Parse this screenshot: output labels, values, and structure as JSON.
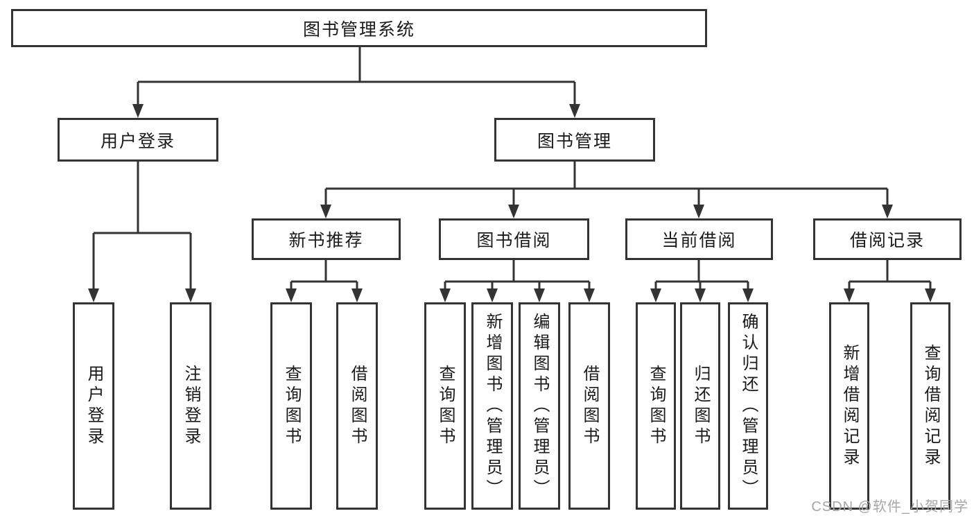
{
  "colors": {
    "line": "#333333",
    "text": "#1a1a1a",
    "watermark": "#a6a6a6",
    "background": "#ffffff"
  },
  "watermark": {
    "text": "CSDN @软件_小贺同学"
  },
  "tree": {
    "root": {
      "label": "图书管理系统"
    },
    "branches": [
      {
        "label": "用户登录",
        "children": [
          {
            "label": "用户登录"
          },
          {
            "label": "注销登录"
          }
        ]
      },
      {
        "label": "图书管理",
        "children": [
          {
            "label": "新书推荐",
            "children": [
              {
                "label": "查询图书"
              },
              {
                "label": "借阅图书"
              }
            ]
          },
          {
            "label": "图书借阅",
            "children": [
              {
                "label": "查询图书"
              },
              {
                "label": "新增图书（管理员）"
              },
              {
                "label": "编辑图书（管理员）"
              },
              {
                "label": "借阅图书"
              }
            ]
          },
          {
            "label": "当前借阅",
            "children": [
              {
                "label": "查询图书"
              },
              {
                "label": "归还图书"
              },
              {
                "label": "确认归还（管理员）"
              }
            ]
          },
          {
            "label": "借阅记录",
            "children": [
              {
                "label": "新增借阅记录"
              },
              {
                "label": "查询借阅记录"
              }
            ]
          }
        ]
      }
    ]
  }
}
